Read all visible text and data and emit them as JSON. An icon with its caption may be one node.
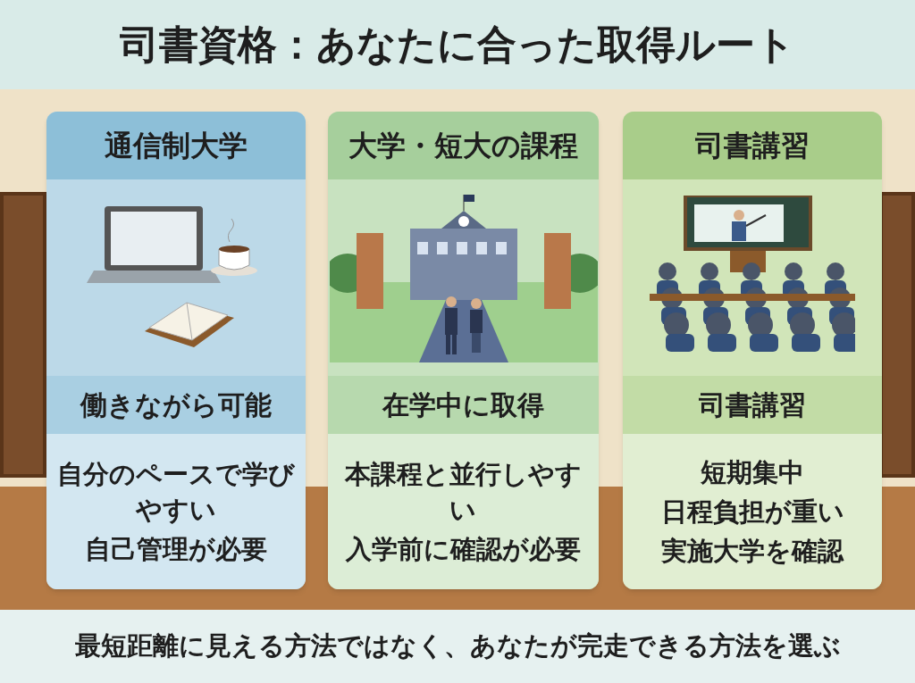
{
  "diagram": {
    "title": "司書資格：あなたに合った取得ルート",
    "nodes": [
      {
        "text": [
          "通信制大学",
          "働きながら可能",
          "自分のペースで学びやすい",
          "自己管理が必要"
        ]
      },
      {
        "text": [
          "大学・短大の課程",
          "在学中に取得",
          "本課程と並行しやすい",
          "入学前に確認が必要"
        ]
      },
      {
        "text": [
          "司書講習",
          "司書講習",
          "短期集中",
          "日程負担が重い",
          "実施大学を確認"
        ]
      }
    ],
    "edges": [],
    "caption": "最短距離に見える方法ではなく、あなたが完走できる方法を選ぶ"
  }
}
